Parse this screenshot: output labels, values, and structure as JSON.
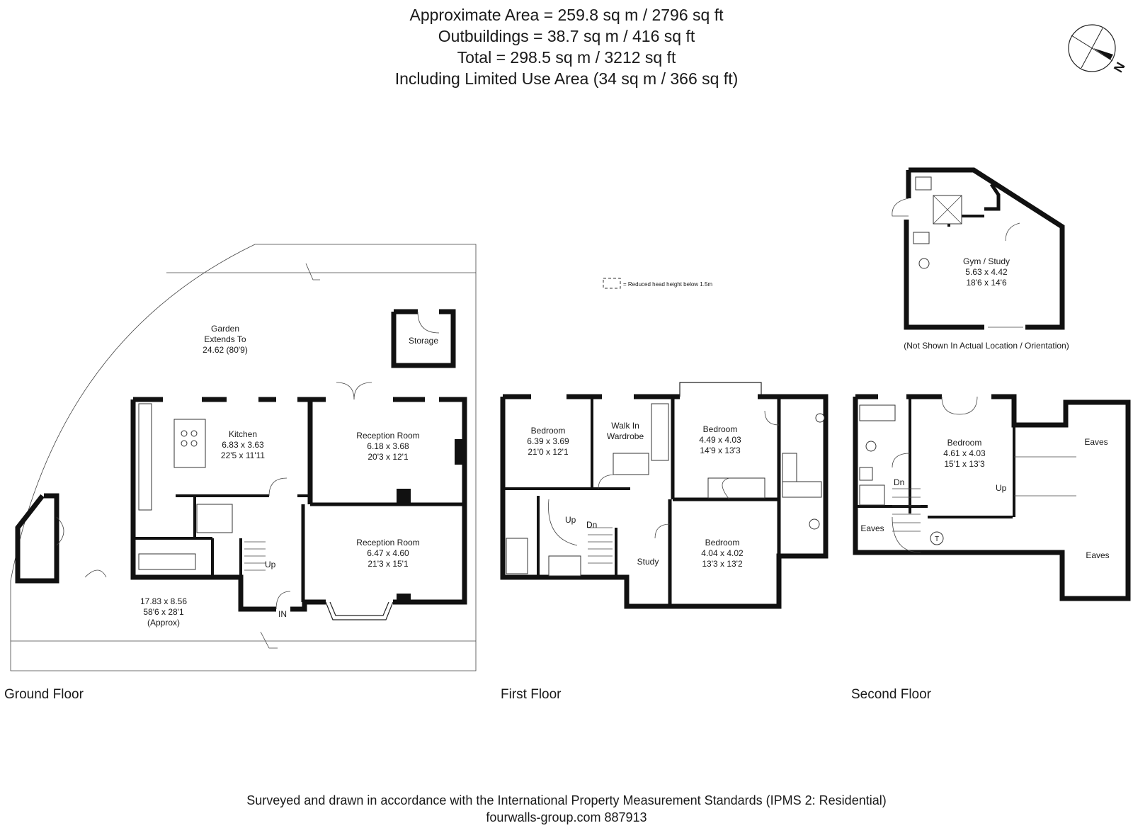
{
  "header": {
    "line1": "Approximate  Area = 259.8 sq m / 2796 sq ft",
    "line2": "Outbuildings = 38.7 sq m / 416 sq ft",
    "line3": "Total = 298.5 sq m / 3212 sq ft",
    "line4": "Including Limited Use Area (34 sq m / 366 sq ft)"
  },
  "compass": {
    "label": "N"
  },
  "legend": {
    "text": "= Reduced head height below 1.5m"
  },
  "floors": {
    "ground": "Ground Floor",
    "first": "First Floor",
    "second": "Second Floor"
  },
  "ground_rooms": {
    "garden_1": "Garden",
    "garden_2": "Extends To",
    "garden_3": "24.62 (80'9)",
    "storage": "Storage",
    "kitchen_1": "Kitchen",
    "kitchen_2": "6.83 x 3.63",
    "kitchen_3": "22'5 x 11'11",
    "rec1_1": "Reception Room",
    "rec1_2": "6.18 x 3.68",
    "rec1_3": "20'3 x 12'1",
    "rec2_1": "Reception Room",
    "rec2_2": "6.47 x 4.60",
    "rec2_3": "21'3 x 15'1",
    "plot_1": "17.83 x 8.56",
    "plot_2": "58'6 x 28'1",
    "plot_3": "(Approx)",
    "up": "Up",
    "in": "IN"
  },
  "first_rooms": {
    "bed1_1": "Bedroom",
    "bed1_2": "6.39 x 3.69",
    "bed1_3": "21'0 x 12'1",
    "wardrobe_1": "Walk In",
    "wardrobe_2": "Wardrobe",
    "bed2_1": "Bedroom",
    "bed2_2": "4.49 x 4.03",
    "bed2_3": "14'9 x 13'3",
    "bed3_1": "Bedroom",
    "bed3_2": "4.04 x 4.02",
    "bed3_3": "13'3 x 13'2",
    "study": "Study",
    "up": "Up",
    "dn": "Dn"
  },
  "second_rooms": {
    "bed_1": "Bedroom",
    "bed_2": "4.61 x 4.03",
    "bed_3": "15'1 x 13'3",
    "eaves_a": "Eaves",
    "eaves_b": "Eaves",
    "eaves_c": "Eaves",
    "up": "Up",
    "dn": "Dn",
    "tank": "T"
  },
  "outbuilding": {
    "name_1": "Gym / Study",
    "name_2": "5.63 x 4.42",
    "name_3": "18'6 x 14'6",
    "note": "(Not Shown In Actual Location / Orientation)"
  },
  "footer": {
    "line1": "Surveyed and drawn in accordance with the International Property Measurement Standards (IPMS 2: Residential)",
    "line2": "fourwalls-group.com 887913"
  }
}
